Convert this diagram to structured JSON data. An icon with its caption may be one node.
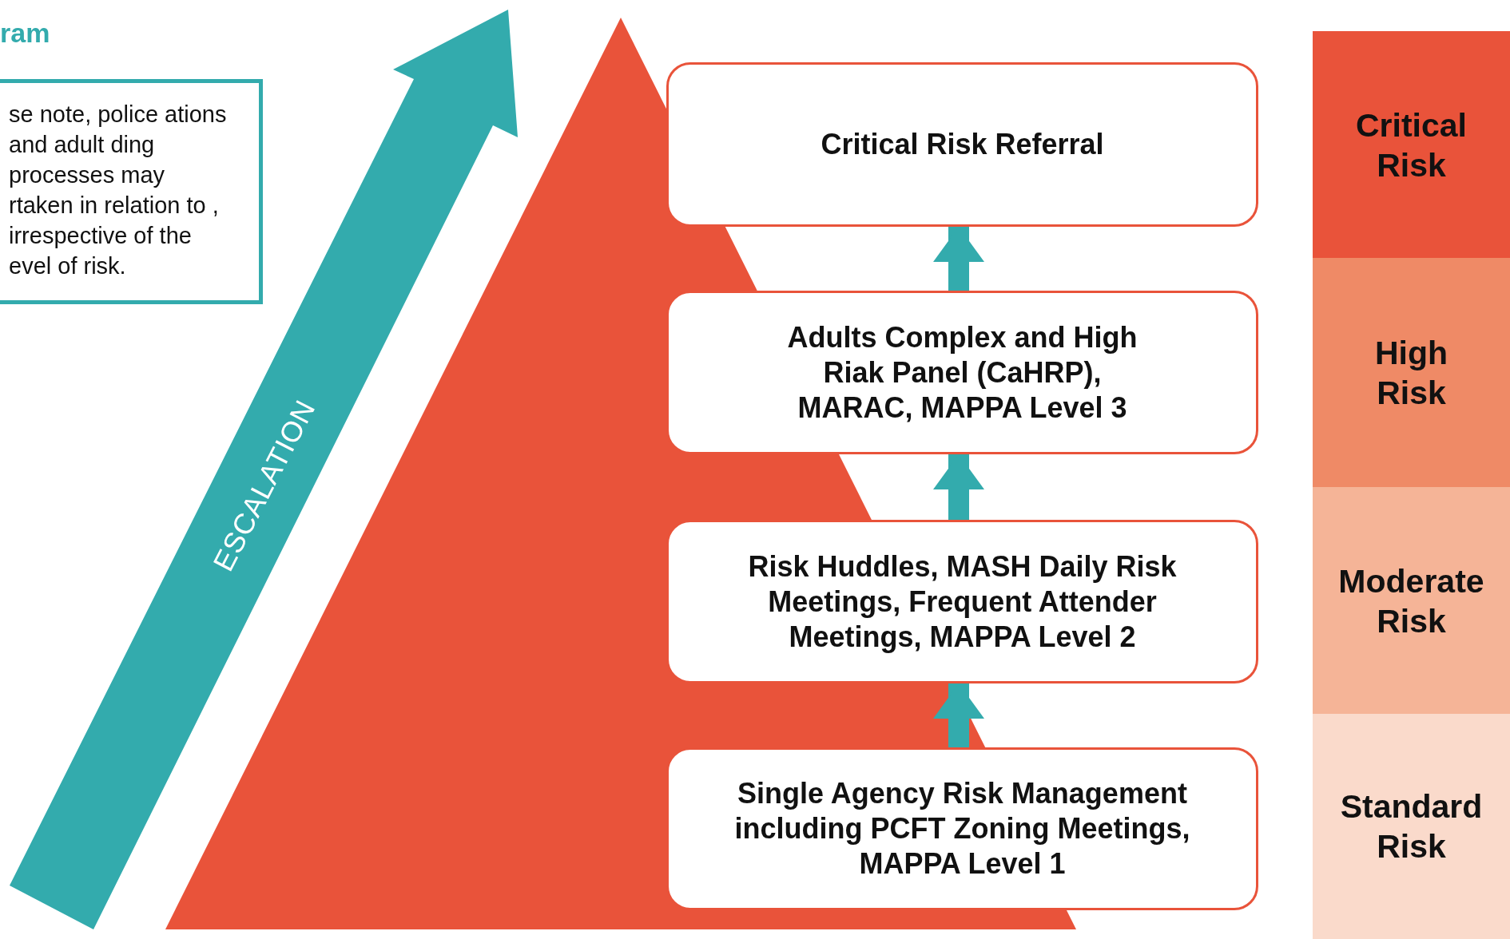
{
  "diagram": {
    "title": "ram",
    "nodes": [
      {
        "text": [
          "se note, police ations and adult ding processes may rtaken in relation to , irrespective of the evel of risk."
        ]
      },
      {
        "text": [
          "ESCALATION"
        ]
      },
      {
        "text": [
          "Critical Risk Referral"
        ]
      },
      {
        "text": [
          "Adults Complex and High Riak Panel (CaHRP), MARAC, MAPPA Level 3"
        ]
      },
      {
        "text": [
          "Risk Huddles, MASH Daily Risk Meetings, Frequent Attender Meetings, MAPPA Level 2"
        ]
      },
      {
        "text": [
          "Single Agency Risk Management including PCFT Zoning Meetings, MAPPA Level 1"
        ]
      },
      {
        "text": [
          "Critical Risk"
        ]
      },
      {
        "text": [
          "High Risk"
        ]
      },
      {
        "text": [
          "Moderate Risk"
        ]
      },
      {
        "text": [
          "Standard Risk"
        ]
      }
    ],
    "edges": [
      {
        "from": 5,
        "to": 4,
        "arrow": "to"
      },
      {
        "from": 4,
        "to": 3,
        "arrow": "to"
      },
      {
        "from": 3,
        "to": 2,
        "arrow": "to"
      }
    ]
  }
}
